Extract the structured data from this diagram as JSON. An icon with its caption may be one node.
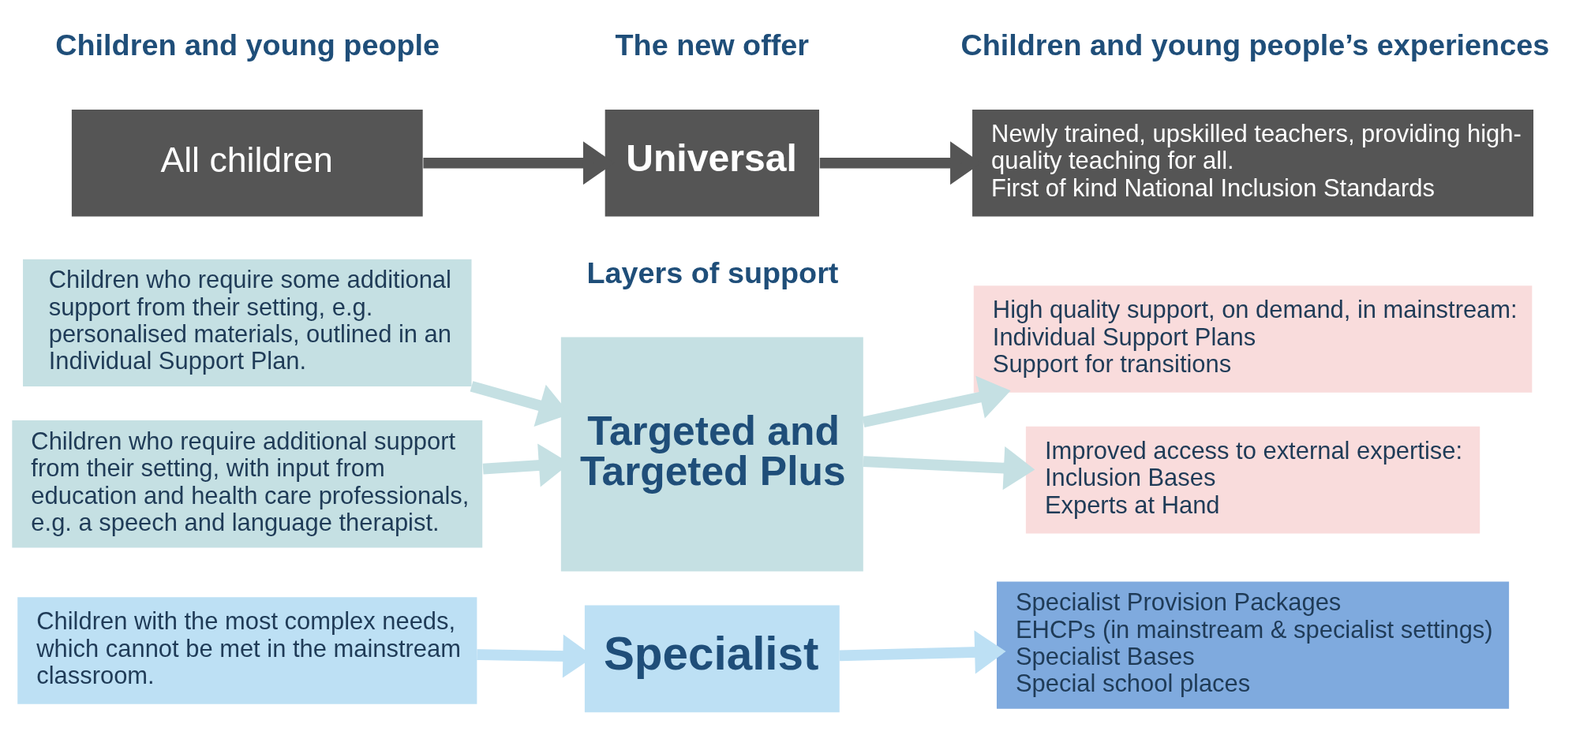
{
  "diagram": {
    "nodes": [
      {
        "text": [
          "All children"
        ]
      },
      {
        "text": [
          "Universal"
        ]
      },
      {
        "text": [
          "Newly trained, upskilled teachers, providing high-quality teaching for all.",
          "First of kind National Inclusion Standards"
        ]
      },
      {
        "text": [
          "Children who require some additional support from their setting, e.g. personalised materials, outlined in an Individual Support Plan."
        ]
      },
      {
        "text": [
          "Children who require additional support from their setting, with input from education and health care professionals, e.g. a speech and language therapist."
        ]
      },
      {
        "text": [
          "Targeted and Targeted Plus"
        ]
      },
      {
        "text": [
          "High quality support, on demand, in mainstream:",
          "Individual Support Plans",
          "Support for transitions"
        ]
      },
      {
        "text": [
          "Improved access to external expertise:",
          "Inclusion Bases",
          "Experts at Hand"
        ]
      },
      {
        "text": [
          "Children with the most complex needs, which cannot be met in the mainstream classroom."
        ]
      },
      {
        "text": [
          "Specialist"
        ]
      },
      {
        "text": [
          "Specialist Provision Packages",
          "EHCPs (in mainstream & specialist settings)",
          "Specialist Bases",
          "Special school places"
        ]
      }
    ],
    "edges": [
      {
        "from": 0,
        "to": 1,
        "arrow": "to",
        "color": "#555555"
      },
      {
        "from": 1,
        "to": 2,
        "arrow": "to",
        "color": "#555555"
      },
      {
        "from": 3,
        "to": 5,
        "arrow": "to",
        "color": "#c5e0e3"
      },
      {
        "from": 4,
        "to": 5,
        "arrow": "to",
        "color": "#c5e0e3"
      },
      {
        "from": 5,
        "to": 6,
        "arrow": "to",
        "color": "#c5e0e3"
      },
      {
        "from": 5,
        "to": 7,
        "arrow": "to",
        "color": "#c5e0e3"
      },
      {
        "from": 8,
        "to": 9,
        "arrow": "to",
        "color": "#bde0f4"
      },
      {
        "from": 9,
        "to": 10,
        "arrow": "to",
        "color": "#bde0f4"
      }
    ],
    "labels": [
      "Children and young people",
      "The new offer",
      "Children and young people’s experiences",
      "Layers of support"
    ]
  }
}
